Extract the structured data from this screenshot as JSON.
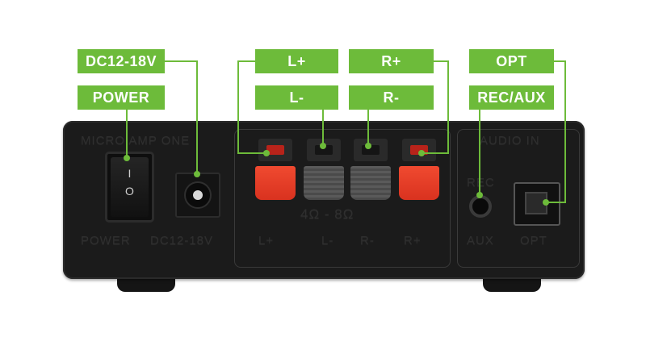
{
  "labels": {
    "dc": "DC12-18V",
    "power": "POWER",
    "l_plus": "L+",
    "l_minus": "L-",
    "r_plus": "R+",
    "r_minus": "R-",
    "opt": "OPT",
    "rec_aux": "REC/AUX"
  },
  "embossed": {
    "micro_amp_one": "MICRO AMP ONE",
    "audio_in": "AUDIO IN",
    "power": "POWER",
    "dc": "DC12-18V",
    "ohm": "4Ω - 8Ω",
    "lplus": "L+",
    "lminus": "L-",
    "rminus": "R-",
    "rplus": "R+",
    "rec": "REC",
    "aux": "AUX",
    "opt": "OPT"
  },
  "switch": {
    "on_mark": "I",
    "off_mark": "O"
  },
  "colors": {
    "label_bg": "#6dbb3a",
    "line": "#6dbb3a",
    "terminal_red": "#e53e26",
    "terminal_gray": "#555555"
  }
}
